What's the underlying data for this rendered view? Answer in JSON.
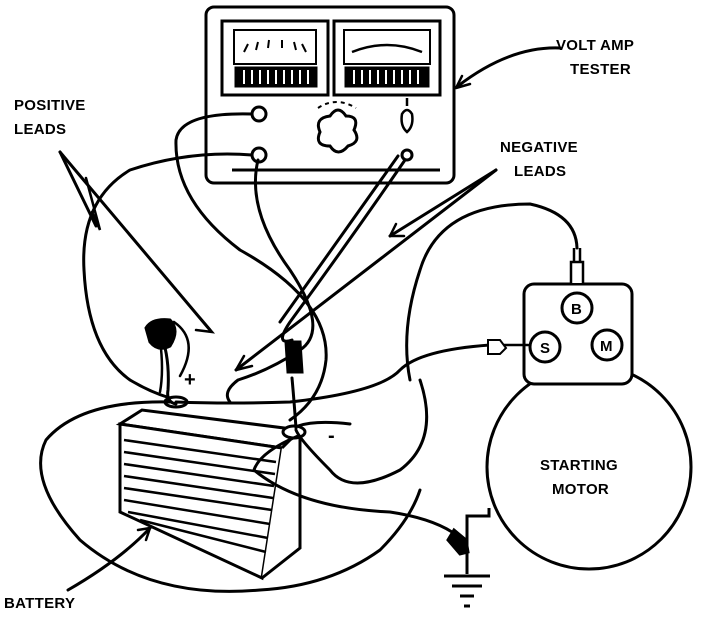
{
  "labels": {
    "volt_amp_tester_line1": "VOLT AMP",
    "volt_amp_tester_line2": "TESTER",
    "positive_leads_line1": "POSITIVE",
    "positive_leads_line2": "LEADS",
    "negative_leads_line1": "NEGATIVE",
    "negative_leads_line2": "LEADS",
    "starting_motor_line1": "STARTING",
    "starting_motor_line2": "MOTOR",
    "battery": "BATTERY"
  },
  "solenoid_terminals": {
    "b": "B",
    "s": "S",
    "m": "M"
  },
  "battery_symbols": {
    "positive": "+",
    "negative": "-"
  },
  "colors": {
    "ink": "#000000",
    "paper": "#ffffff"
  }
}
